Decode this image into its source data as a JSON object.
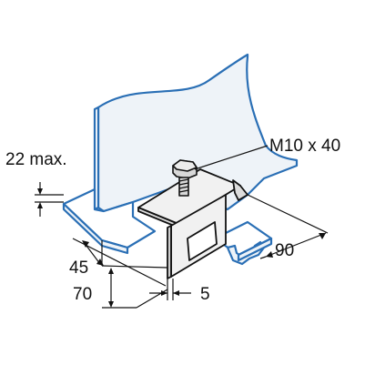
{
  "labels": {
    "bolt": "M10 x 40",
    "flange_thickness": "22 max.",
    "depth_45": "45",
    "height_70": "70",
    "gap_5": "5",
    "length_90": "90"
  },
  "colors": {
    "steel_outline": "#2a6fb5",
    "steel_fill": "#eef3f8",
    "bracket_fill": "#f1f1f1",
    "bolt_fill": "#d8d8d8",
    "line": "#111111"
  }
}
